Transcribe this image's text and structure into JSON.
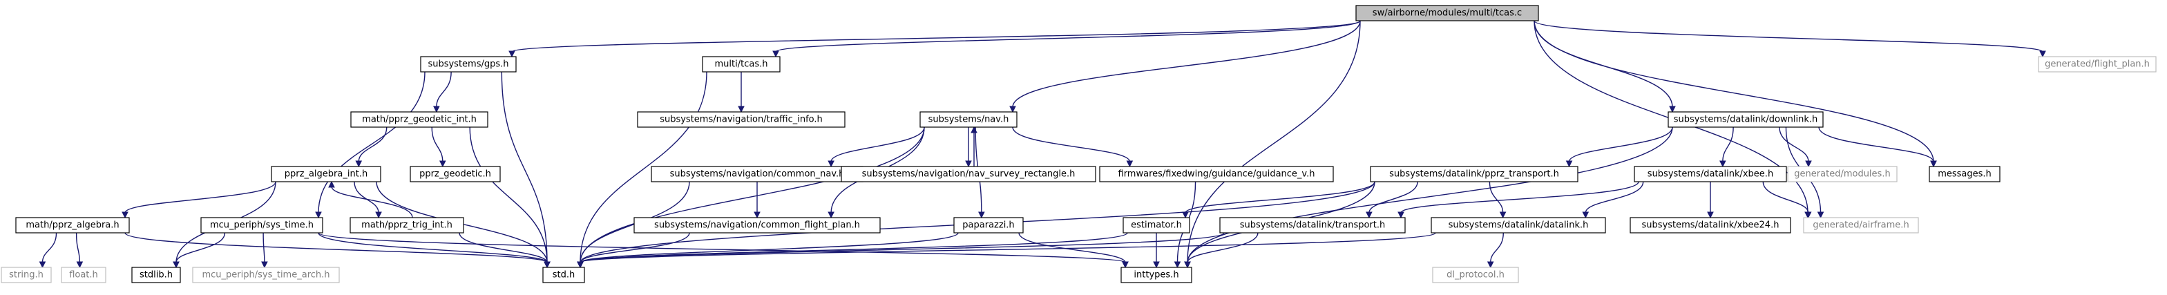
{
  "nodes": [
    {
      "id": "tcas_c",
      "label": "sw/airborne/modules/multi/tcas.c",
      "root": true
    },
    {
      "id": "gps_h",
      "label": "subsystems/gps.h"
    },
    {
      "id": "multi_tcas_h",
      "label": "multi/tcas.h"
    },
    {
      "id": "flight_plan_h",
      "label": "generated/flight_plan.h",
      "ghost": true
    },
    {
      "id": "pprz_geodetic_int_h",
      "label": "math/pprz_geodetic_int.h"
    },
    {
      "id": "traffic_info_h",
      "label": "subsystems/navigation/traffic_info.h"
    },
    {
      "id": "nav_h",
      "label": "subsystems/nav.h"
    },
    {
      "id": "downlink_h",
      "label": "subsystems/datalink/downlink.h"
    },
    {
      "id": "pprz_algebra_int_h",
      "label": "pprz_algebra_int.h"
    },
    {
      "id": "pprz_geodetic_h",
      "label": "pprz_geodetic.h"
    },
    {
      "id": "common_nav_h",
      "label": "subsystems/navigation/common_nav.h"
    },
    {
      "id": "nav_survey_rectangle_h",
      "label": "subsystems/navigation/nav_survey_rectangle.h"
    },
    {
      "id": "guidance_v_h",
      "label": "firmwares/fixedwing/guidance/guidance_v.h"
    },
    {
      "id": "pprz_transport_h",
      "label": "subsystems/datalink/pprz_transport.h"
    },
    {
      "id": "xbee_h",
      "label": "subsystems/datalink/xbee.h"
    },
    {
      "id": "modules_h",
      "label": "generated/modules.h",
      "ghost": true
    },
    {
      "id": "messages_h",
      "label": "messages.h"
    },
    {
      "id": "pprz_algebra_h",
      "label": "math/pprz_algebra.h"
    },
    {
      "id": "sys_time_h",
      "label": "mcu_periph/sys_time.h"
    },
    {
      "id": "pprz_trig_int_h",
      "label": "math/pprz_trig_int.h"
    },
    {
      "id": "common_flight_plan_h",
      "label": "subsystems/navigation/common_flight_plan.h"
    },
    {
      "id": "paparazzi_h",
      "label": "paparazzi.h"
    },
    {
      "id": "estimator_h",
      "label": "estimator.h"
    },
    {
      "id": "transport_h",
      "label": "subsystems/datalink/transport.h"
    },
    {
      "id": "datalink_h",
      "label": "subsystems/datalink/datalink.h"
    },
    {
      "id": "xbee24_h",
      "label": "subsystems/datalink/xbee24.h"
    },
    {
      "id": "airframe_h",
      "label": "generated/airframe.h",
      "ghost": true
    },
    {
      "id": "string_h",
      "label": "string.h",
      "ghost": true
    },
    {
      "id": "float_h",
      "label": "float.h",
      "ghost": true
    },
    {
      "id": "stdlib_h",
      "label": "stdlib.h"
    },
    {
      "id": "sys_time_arch_h",
      "label": "mcu_periph/sys_time_arch.h",
      "ghost": true
    },
    {
      "id": "std_h",
      "label": "std.h"
    },
    {
      "id": "inttypes_h",
      "label": "inttypes.h"
    },
    {
      "id": "dl_protocol_h",
      "label": "dl_protocol.h",
      "ghost": true
    }
  ],
  "edges": [
    [
      "tcas_c",
      "gps_h"
    ],
    [
      "tcas_c",
      "multi_tcas_h"
    ],
    [
      "tcas_c",
      "flight_plan_h"
    ],
    [
      "tcas_c",
      "nav_h"
    ],
    [
      "tcas_c",
      "downlink_h"
    ],
    [
      "tcas_c",
      "messages_h"
    ],
    [
      "tcas_c",
      "airframe_h"
    ],
    [
      "tcas_c",
      "inttypes_h"
    ],
    [
      "gps_h",
      "pprz_geodetic_int_h"
    ],
    [
      "gps_h",
      "sys_time_h"
    ],
    [
      "gps_h",
      "std_h"
    ],
    [
      "multi_tcas_h",
      "traffic_info_h"
    ],
    [
      "multi_tcas_h",
      "std_h"
    ],
    [
      "pprz_geodetic_int_h",
      "pprz_algebra_int_h"
    ],
    [
      "pprz_geodetic_int_h",
      "pprz_geodetic_h"
    ],
    [
      "pprz_geodetic_int_h",
      "std_h"
    ],
    [
      "nav_h",
      "common_nav_h"
    ],
    [
      "nav_h",
      "nav_survey_rectangle_h"
    ],
    [
      "nav_h",
      "guidance_v_h"
    ],
    [
      "nav_h",
      "common_flight_plan_h"
    ],
    [
      "nav_h",
      "paparazzi_h"
    ],
    [
      "nav_h",
      "std_h"
    ],
    [
      "nav_survey_rectangle_h",
      "nav_h"
    ],
    [
      "common_nav_h",
      "common_flight_plan_h"
    ],
    [
      "common_nav_h",
      "std_h"
    ],
    [
      "common_flight_plan_h",
      "std_h"
    ],
    [
      "guidance_v_h",
      "inttypes_h"
    ],
    [
      "pprz_algebra_int_h",
      "pprz_algebra_h"
    ],
    [
      "pprz_algebra_int_h",
      "pprz_trig_int_h"
    ],
    [
      "pprz_algebra_int_h",
      "stdlib_h"
    ],
    [
      "pprz_algebra_int_h",
      "std_h"
    ],
    [
      "pprz_trig_int_h",
      "pprz_algebra_int_h"
    ],
    [
      "pprz_trig_int_h",
      "std_h"
    ],
    [
      "pprz_algebra_h",
      "string_h"
    ],
    [
      "pprz_algebra_h",
      "float_h"
    ],
    [
      "pprz_algebra_h",
      "std_h"
    ],
    [
      "sys_time_h",
      "stdlib_h"
    ],
    [
      "sys_time_h",
      "sys_time_arch_h"
    ],
    [
      "sys_time_h",
      "std_h"
    ],
    [
      "sys_time_h",
      "inttypes_h"
    ],
    [
      "downlink_h",
      "pprz_transport_h"
    ],
    [
      "downlink_h",
      "xbee_h"
    ],
    [
      "downlink_h",
      "modules_h"
    ],
    [
      "downlink_h",
      "messages_h"
    ],
    [
      "downlink_h",
      "airframe_h"
    ],
    [
      "downlink_h",
      "inttypes_h"
    ],
    [
      "pprz_transport_h",
      "estimator_h"
    ],
    [
      "pprz_transport_h",
      "transport_h"
    ],
    [
      "pprz_transport_h",
      "datalink_h"
    ],
    [
      "pprz_transport_h",
      "std_h"
    ],
    [
      "pprz_transport_h",
      "inttypes_h"
    ],
    [
      "xbee_h",
      "transport_h"
    ],
    [
      "xbee_h",
      "datalink_h"
    ],
    [
      "xbee_h",
      "xbee24_h"
    ],
    [
      "xbee_h",
      "airframe_h"
    ],
    [
      "paparazzi_h",
      "std_h"
    ],
    [
      "paparazzi_h",
      "inttypes_h"
    ],
    [
      "estimator_h",
      "std_h"
    ],
    [
      "estimator_h",
      "inttypes_h"
    ],
    [
      "transport_h",
      "std_h"
    ],
    [
      "transport_h",
      "inttypes_h"
    ],
    [
      "datalink_h",
      "std_h"
    ],
    [
      "datalink_h",
      "dl_protocol_h"
    ]
  ]
}
